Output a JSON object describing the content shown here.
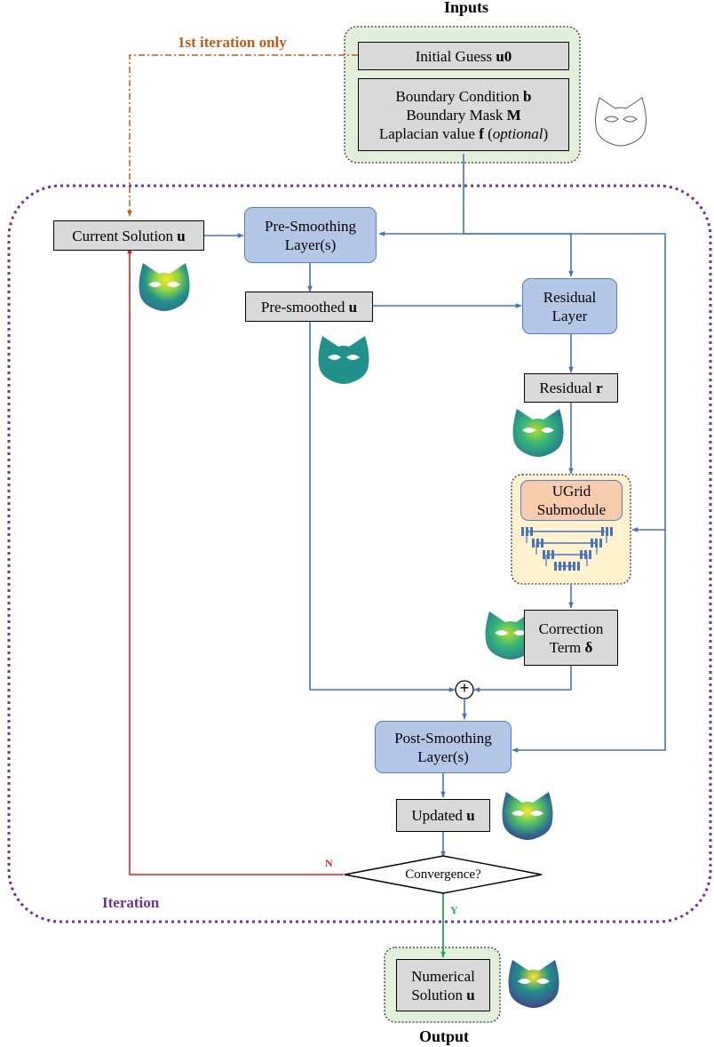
{
  "titles": {
    "inputs": "Inputs",
    "output": "Output",
    "iteration": "Iteration",
    "first_iteration": "1st iteration only"
  },
  "boxes": {
    "initial_guess": {
      "text": "Initial Guess ",
      "bold": "u0"
    },
    "boundary_condition": {
      "text": "Boundary Condition ",
      "bold": "b"
    },
    "boundary_mask": {
      "text": "Boundary Mask ",
      "bold": "M"
    },
    "laplacian": {
      "text": "Laplacian value ",
      "bold": "f",
      "open": " (",
      "italic": "optional",
      "close": ")"
    },
    "current_solution": {
      "text": "Current Solution ",
      "bold": "u"
    },
    "pre_smoothing": {
      "line1": "Pre-Smoothing",
      "line2": "Layer(s)"
    },
    "pre_smoothed": {
      "text": "Pre-smoothed ",
      "bold": "u"
    },
    "residual_layer": {
      "line1": "Residual",
      "line2": "Layer"
    },
    "residual": {
      "text": "Residual ",
      "bold": "r"
    },
    "ugrid": {
      "line1": "UGrid",
      "line2": "Submodule"
    },
    "correction": {
      "line1": "Correction",
      "line2": "Term ",
      "bold": "δ"
    },
    "post_smoothing": {
      "line1": "Post-Smoothing",
      "line2": "Layer(s)"
    },
    "updated": {
      "text": "Updated ",
      "bold": "u"
    },
    "convergence": "Convergence?",
    "numerical": {
      "line1": "Numerical",
      "line2": "Solution ",
      "bold": "u"
    }
  },
  "branch_labels": {
    "no": "N",
    "yes": "Y"
  },
  "sum_symbol": "+",
  "icons": [
    "cat-mask-icon"
  ],
  "colors": {
    "flow_arrow": "#4472c4",
    "loop_arrow": "#e02020",
    "exit_arrow": "#22a44a",
    "first_iter_arrow": "#c55a11",
    "iteration_border": "#7030a0",
    "inputs_bg": "#e2efd9",
    "ugrid_bg": "#fff2cc",
    "gray_box": "#d9d9d9",
    "blue_box": "#b4c7e7",
    "orange_box": "#f8cbad"
  }
}
